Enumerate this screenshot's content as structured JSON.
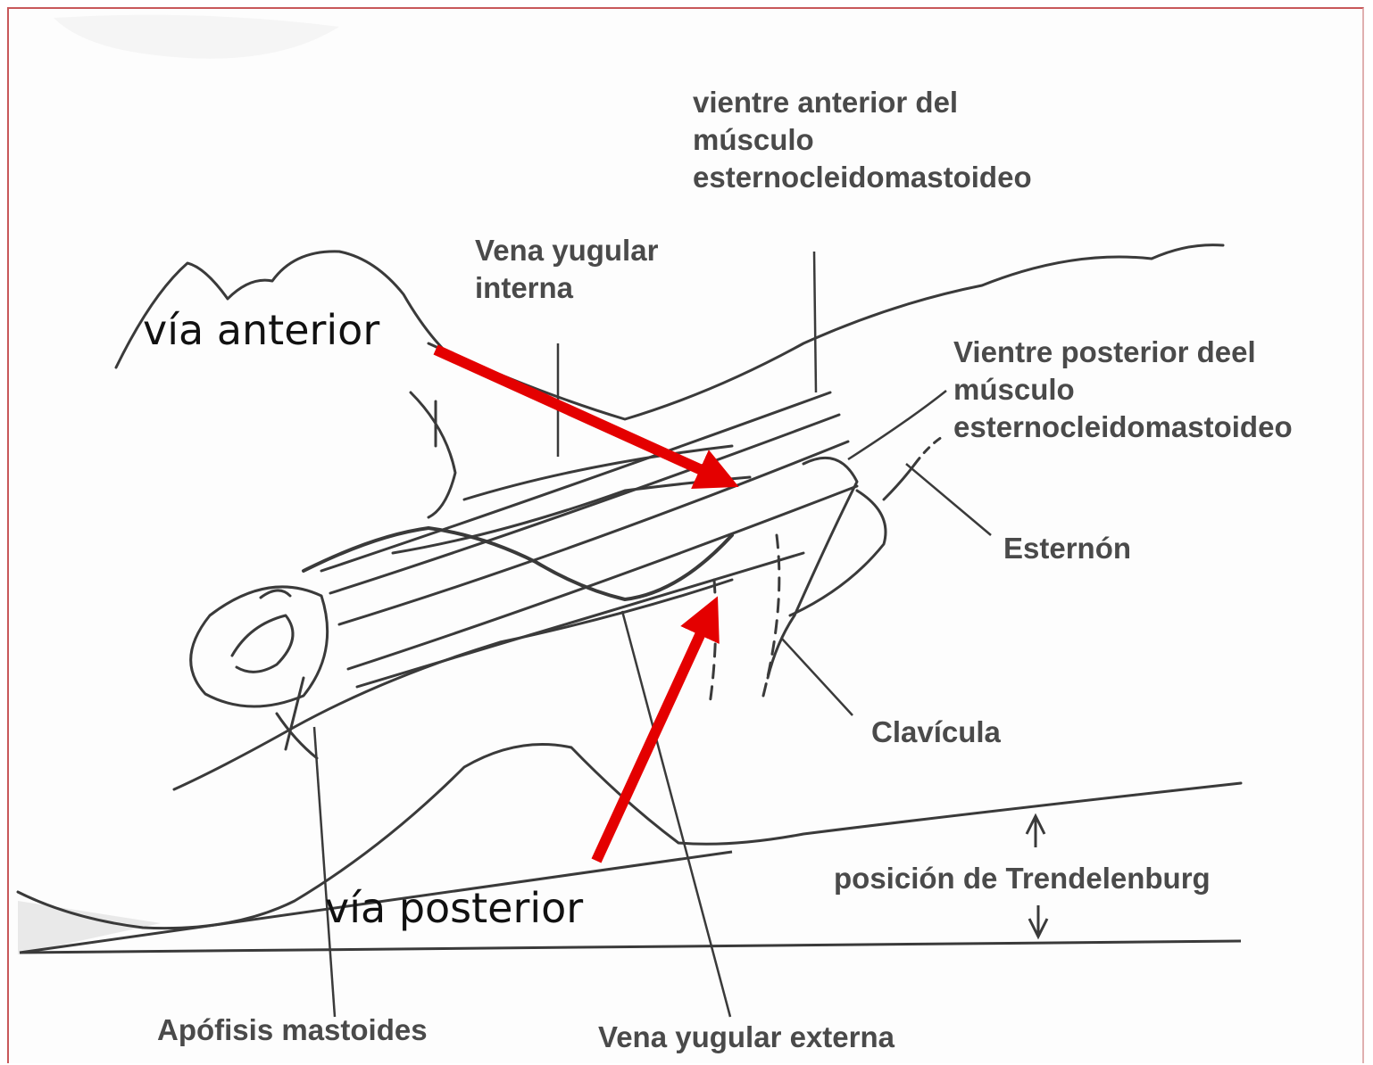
{
  "labels": {
    "vientre_anterior": "vientre anterior del\nmúsculo\nesternocleidomastoideo",
    "vena_yugular_interna": "Vena yugular\ninterna",
    "vientre_posterior": "Vientre posterior deel\nmúsculo\nesternocleidomastoideo",
    "esternon": "Esternón",
    "clavicula": "Clavícula",
    "trendelenburg": "posición de Trendelenburg",
    "apofisis_mastoides": "Apófisis mastoides",
    "vena_yugular_externa": "Vena yugular externa"
  },
  "routes": {
    "anterior": "vía anterior",
    "posterior": "vía posterior"
  },
  "colors": {
    "arrow": "#e40000",
    "frame": "#c8585a",
    "ink": "#3a3a3a"
  }
}
